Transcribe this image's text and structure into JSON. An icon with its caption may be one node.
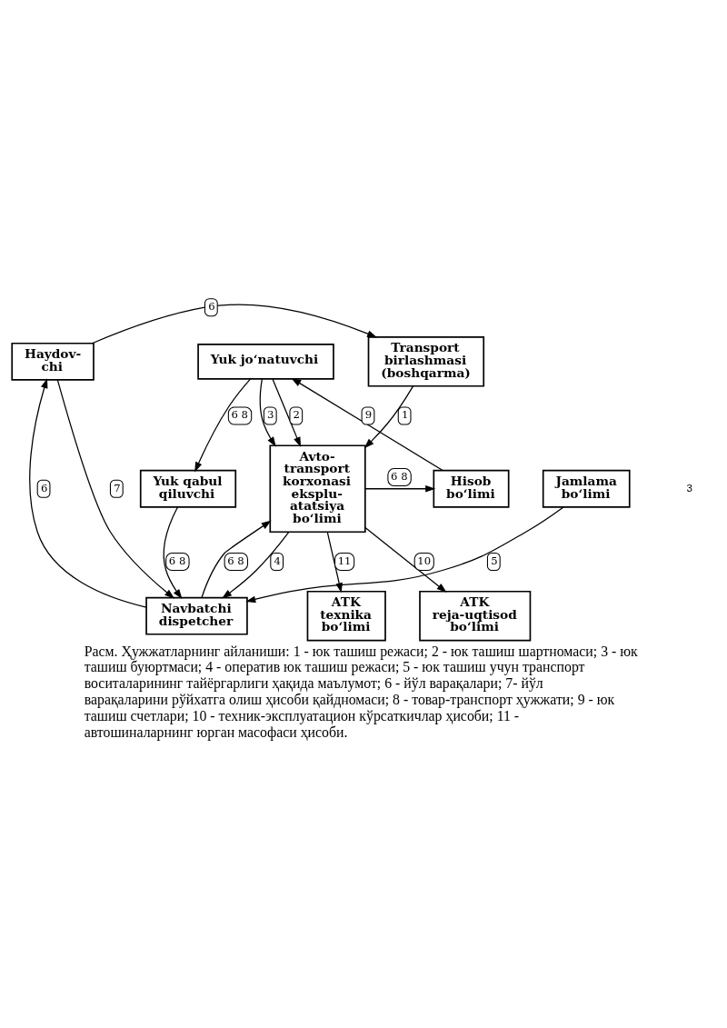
{
  "diagram": {
    "caption": "Расм. Ҳужжатларнинг айланиши: 1 - юк ташиш режаси; 2 - юк ташиш шартномаси; 3 - юк ташиш буюртмаси; 4 - оператив юк ташиш режаси; 5 - юк ташиш учун транспорт воситаларининг тайёргарлиги ҳақида маълумот; 6 - йўл варақалари; 7- йўл варақаларини рўйхатга олиш ҳисоби қайдномаси; 8 - товар-транспорт ҳужжати; 9 - юк ташиш счетлари; 10 - техник-эксплуатацион кўрсаткичлар ҳисоби; 11 - автошиналарнинг юрган масофаси ҳисоби.",
    "nodes": [
      {
        "text": [
          "Transport birlashmasi (boshqarma)"
        ]
      },
      {
        "text": [
          "Haydov- chi"
        ]
      },
      {
        "text": [
          "Yuk jo‘natuvchi"
        ]
      },
      {
        "text": [
          "Avto- transport korxonasi eksplu- atatsiya bo‘limi"
        ]
      },
      {
        "text": [
          "Hisob bo‘limi"
        ]
      },
      {
        "text": [
          "Yuk qabul qiluvchi"
        ]
      },
      {
        "text": [
          "Navbatchi dispetcher"
        ]
      },
      {
        "text": [
          "Jamlama bo‘limi"
        ]
      },
      {
        "text": [
          "ATK reja-uqtisod bo‘limi"
        ]
      },
      {
        "text": [
          "ATK texnika bo‘limi"
        ]
      }
    ],
    "edges": [
      {
        "from": 1,
        "to": 0,
        "arrow": "to",
        "label": "6"
      },
      {
        "from": 0,
        "to": 3,
        "arrow": "to",
        "label": "1"
      },
      {
        "from": 2,
        "to": 3,
        "arrow": "to",
        "label": "2"
      },
      {
        "from": 2,
        "to": 3,
        "arrow": "to",
        "label": "3"
      },
      {
        "from": 4,
        "to": 2,
        "arrow": "to",
        "label": "9"
      },
      {
        "from": 3,
        "to": 4,
        "arrow": "to",
        "label": "6 8"
      },
      {
        "from": 2,
        "to": 5,
        "arrow": "to",
        "label": "6 8"
      },
      {
        "from": 5,
        "to": 6,
        "arrow": "to",
        "label": "6 8"
      },
      {
        "from": 7,
        "to": 6,
        "arrow": "to",
        "label": "5"
      },
      {
        "from": 6,
        "to": 1,
        "arrow": "to",
        "label": "6"
      },
      {
        "from": 1,
        "to": 6,
        "arrow": "to",
        "label": "7"
      },
      {
        "from": 3,
        "to": 6,
        "arrow": "to",
        "label": "4"
      },
      {
        "from": 6,
        "to": 3,
        "arrow": "to",
        "label": "6 8"
      },
      {
        "from": 3,
        "to": 8,
        "arrow": "to",
        "label": "10"
      },
      {
        "from": 3,
        "to": 9,
        "arrow": "to",
        "label": "11"
      }
    ],
    "labels": [
      "3"
    ]
  }
}
